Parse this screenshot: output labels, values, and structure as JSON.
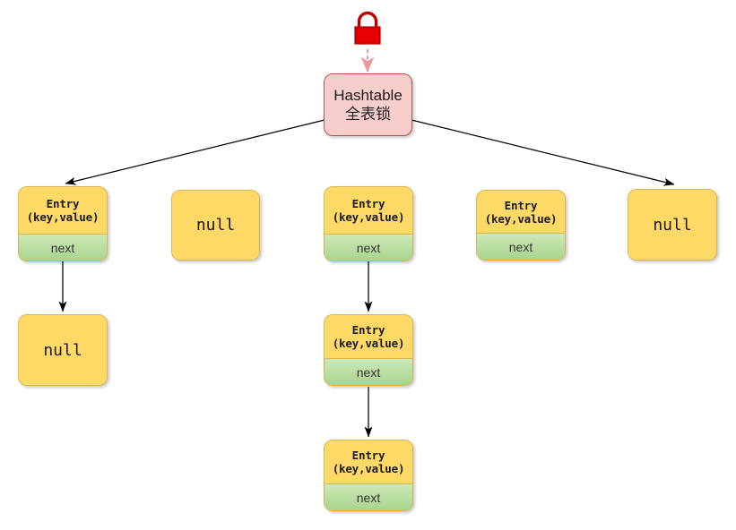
{
  "diagram": {
    "title_node": {
      "name": "hashtable-node",
      "line1": "Hashtable",
      "line2": "全表锁",
      "fill": "#f8cecc",
      "stroke": "#b85450"
    },
    "lock": {
      "icon": "lock-icon",
      "body_color": "#e60000",
      "shackle_color": "#c00000",
      "arrow_color": "#ea9999"
    },
    "palette": {
      "entry_fill": "#ffd966",
      "entry_stroke": "#d6b656",
      "next_fill": "#a8d58c",
      "edge_color": "#000000",
      "background": "#ffffff"
    },
    "labels": {
      "entry_title": "Entry",
      "entry_sub": "(key,value)",
      "next": "next",
      "null": "null"
    },
    "buckets": [
      {
        "index": 0,
        "nodes": [
          {
            "type": "entry",
            "title": "Entry",
            "sub": "(key,value)",
            "next": "next"
          },
          {
            "type": "null",
            "text": "null"
          }
        ]
      },
      {
        "index": 1,
        "nodes": [
          {
            "type": "null",
            "text": "null"
          }
        ]
      },
      {
        "index": 2,
        "nodes": [
          {
            "type": "entry",
            "title": "Entry",
            "sub": "(key,value)",
            "next": "next"
          },
          {
            "type": "entry",
            "title": "Entry",
            "sub": "(key,value)",
            "next": "next"
          },
          {
            "type": "entry",
            "title": "Entry",
            "sub": "(key,value)",
            "next": "next"
          }
        ]
      },
      {
        "index": 3,
        "nodes": [
          {
            "type": "entry",
            "title": "Entry",
            "sub": "(key,value)",
            "next": "next"
          }
        ]
      },
      {
        "index": 4,
        "nodes": [
          {
            "type": "null",
            "text": "null"
          }
        ]
      }
    ]
  }
}
